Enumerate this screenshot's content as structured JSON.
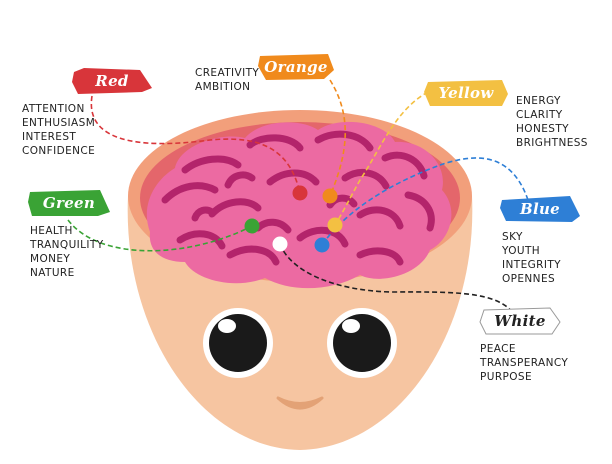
{
  "colors": [
    {
      "key": "red",
      "label": "Red",
      "hex": "#d8353a",
      "text_color": "#ffffff",
      "words": [
        "ATTENTION",
        "ENTHUSIASM",
        "INTEREST",
        "CONFIDENCE"
      ]
    },
    {
      "key": "orange",
      "label": "Orange",
      "hex": "#f08a1c",
      "text_color": "#ffffff",
      "words": [
        "CREATIVITY",
        "AMBITION"
      ]
    },
    {
      "key": "yellow",
      "label": "Yellow",
      "hex": "#f3c042",
      "text_color": "#ffffff",
      "words": [
        "ENERGY",
        "CLARITY",
        "HONESTY",
        "BRIGHTNESS"
      ]
    },
    {
      "key": "green",
      "label": "Green",
      "hex": "#3aa335",
      "text_color": "#ffffff",
      "words": [
        "HEALTH",
        "TRANQUILITY",
        "MONEY",
        "NATURE"
      ]
    },
    {
      "key": "blue",
      "label": "Blue",
      "hex": "#2e7fd6",
      "text_color": "#ffffff",
      "words": [
        "SKY",
        "YOUTH",
        "INTEGRITY",
        "OPENNES"
      ]
    },
    {
      "key": "white",
      "label": "White",
      "hex": "#ffffff",
      "text_color": "#222222",
      "words": [
        "PEACE",
        "TRANSPERANCY",
        "PURPOSE"
      ]
    }
  ],
  "figure_colors": {
    "skin": "#f6c5a1",
    "rim": "#f29f7b",
    "inner": "#e4666b",
    "brain": "#ec6aa2",
    "brain_fold": "#b3246b",
    "eye": "#1a1a1a",
    "mouth": "#e3a276"
  }
}
